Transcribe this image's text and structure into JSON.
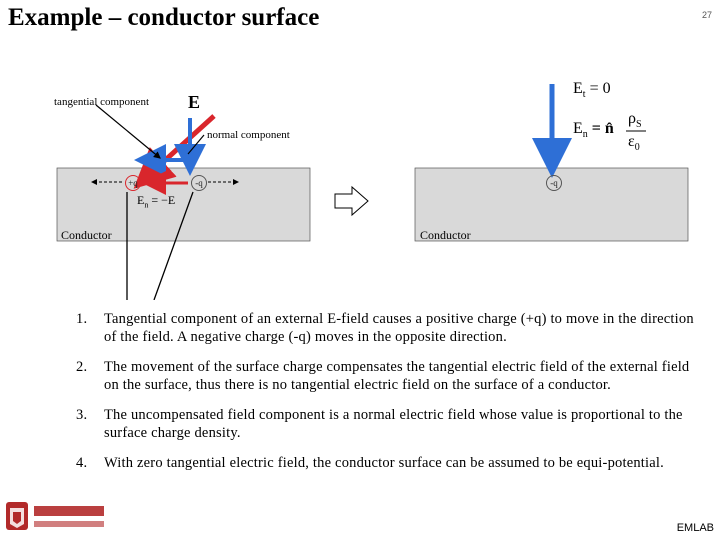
{
  "slide": {
    "title": "Example – conductor surface",
    "page_number": "27",
    "footer": "EMLAB"
  },
  "diagram": {
    "label_tangential": "tangential component",
    "label_E": "E",
    "label_normal": "normal component",
    "label_conductor_left": "Conductor",
    "label_conductor_right": "Conductor",
    "charge_pos": "+q",
    "charge_neg_left": "-q",
    "charge_neg_right": "-q",
    "eq_En_left": "E",
    "eq_En_sub": "n",
    "eq_En_rhs": " = −E",
    "eq_Et": "E",
    "eq_Et_sub": "t",
    "eq_Et_rhs": " = 0",
    "eq_En_right": "E",
    "eq_En_right_sub": "n",
    "eq_En_right_mid": " = n̂",
    "eq_rho": "ρ",
    "eq_rho_sub": "S",
    "eq_eps": "ε",
    "eq_eps_sub": "0",
    "colors": {
      "conductor_fill": "#d9d9d9",
      "red": "#d9262c",
      "blue": "#2e6fd6"
    }
  },
  "notes": [
    {
      "num": "1.",
      "text": "Tangential component of an external E-field causes a positive charge (+q) to move in the direction of the field. A negative charge (-q) moves in the opposite direction."
    },
    {
      "num": "2.",
      "text": "The movement of the surface charge compensates the tangential electric field of the external field on the surface, thus there is no tangential electric field on the surface of a conductor."
    },
    {
      "num": "3.",
      "text": "The uncompensated field component is a normal electric field whose value is proportional to the surface charge density."
    },
    {
      "num": "4.",
      "text": "With zero tangential electric field, the conductor surface can be assumed to be equi-potential."
    }
  ],
  "logo": {
    "icon": "sogang-university-logo"
  }
}
